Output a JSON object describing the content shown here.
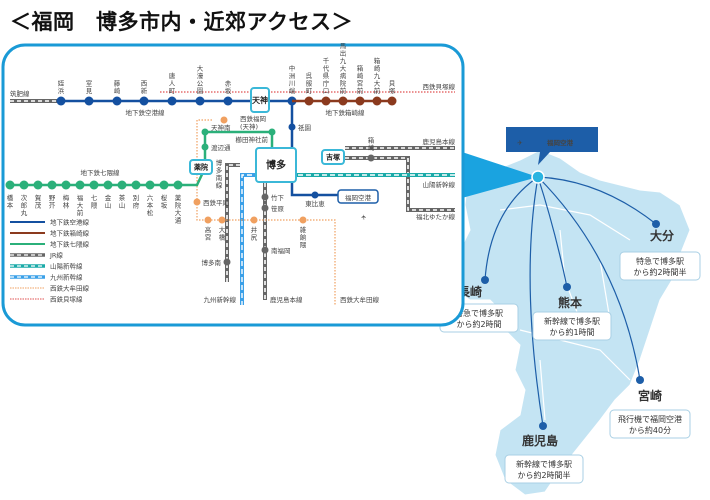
{
  "title": "＜福岡　博多市内・近郊アクセス＞",
  "colors": {
    "frame": "#1a9ad6",
    "airport_line": "#1450a0",
    "hakozaki_line": "#8b3a1e",
    "nanakuma_line": "#2bb07a",
    "jr": "#777777",
    "sanyo_shinkansen": "#1aaaa8",
    "kyushu_shinkansen": "#3aa0e8",
    "nishitetsu_omuta": "#f0a060",
    "nishitetsu_kaizuka": "#e05050",
    "kyushu_land": "#bfe2f2",
    "airport_badge": "#1d5ea8"
  },
  "lines": {
    "chikuhi": "筑肥線",
    "airport": "地下鉄空港線",
    "hakozaki": "地下鉄箱崎線",
    "nanakuma": "地下鉄七隈線",
    "nishitetsu_kaizuka": "西鉄貝塚線",
    "kagoshima_honsen": "鹿児島本線",
    "sanyo_shinkansen": "山陽新幹線",
    "fukuhoku_yutaka": "福北ゆたか線",
    "hakata_minami": "博多南線",
    "kyushu_shinkansen": "九州新幹線",
    "kagoshima_honsen_south": "鹿児島本線",
    "nishitetsu_omuta": "西鉄大牟田線"
  },
  "stations": {
    "airport_line": [
      "姪浜",
      "室見",
      "藤崎",
      "西新",
      "唐人町",
      "大濠公園",
      "赤坂"
    ],
    "tenjin": "天神",
    "nakasu": "中洲川端",
    "hakozaki_line": [
      "呉服町",
      "千代県庁口",
      "馬出九大病院前",
      "箱崎宮前",
      "箱崎九大前",
      "貝塚"
    ],
    "gion": "祇園",
    "hakata": "博多",
    "higashi_hie": "東比恵",
    "fukuoka_airport": "福岡空港",
    "yoshizuka": "吉塚",
    "hakozaki": "箱崎",
    "nanakuma_line": [
      "橋本",
      "次郎丸",
      "賀茂",
      "野芥",
      "梅林",
      "福大前",
      "七隈",
      "金山",
      "茶山",
      "別府",
      "六本松",
      "桜坂",
      "薬院大通"
    ],
    "yakuin": "薬院",
    "watanabe": "渡辺通",
    "tenjin_minami": "天神南",
    "kushida": "櫛田神社前",
    "nishitetsu_fukuoka": "西鉄福岡",
    "nishitetsu_fukuoka_sub": "(天神)",
    "nishitetsu_hirao": "西鉄平尾",
    "omuta_line": [
      "高宮",
      "大橋",
      "井尻",
      "雑餉隈"
    ],
    "takeshita": "竹下",
    "sasabaru": "笹原",
    "minami_fukuoka": "南福岡",
    "hakata_minami": "博多南"
  },
  "legend": [
    {
      "label": "地下鉄空港線",
      "style": "airport"
    },
    {
      "label": "地下鉄箱崎線",
      "style": "hakozaki"
    },
    {
      "label": "地下鉄七隈線",
      "style": "nanakuma"
    },
    {
      "label": "JR線",
      "style": "jr"
    },
    {
      "label": "山陽新幹線",
      "style": "sanyo"
    },
    {
      "label": "九州新幹線",
      "style": "kyushu"
    },
    {
      "label": "西鉄大牟田線",
      "style": "omuta"
    },
    {
      "label": "西鉄貝塚線",
      "style": "kaizuka"
    }
  ],
  "kyushu": {
    "airport_badge": "福岡空港",
    "destinations": [
      {
        "city": "大分",
        "note1": "特急で博多駅",
        "note2": "から約2時間半"
      },
      {
        "city": "長崎",
        "note1": "特急で博多駅",
        "note2": "から約2時間"
      },
      {
        "city": "熊本",
        "note1": "新幹線で博多駅",
        "note2": "から約1時間"
      },
      {
        "city": "宮崎",
        "note1": "飛行機で福岡空港",
        "note2": "から約40分"
      },
      {
        "city": "鹿児島",
        "note1": "新幹線で博多駅",
        "note2": "から約2時間半"
      }
    ]
  }
}
